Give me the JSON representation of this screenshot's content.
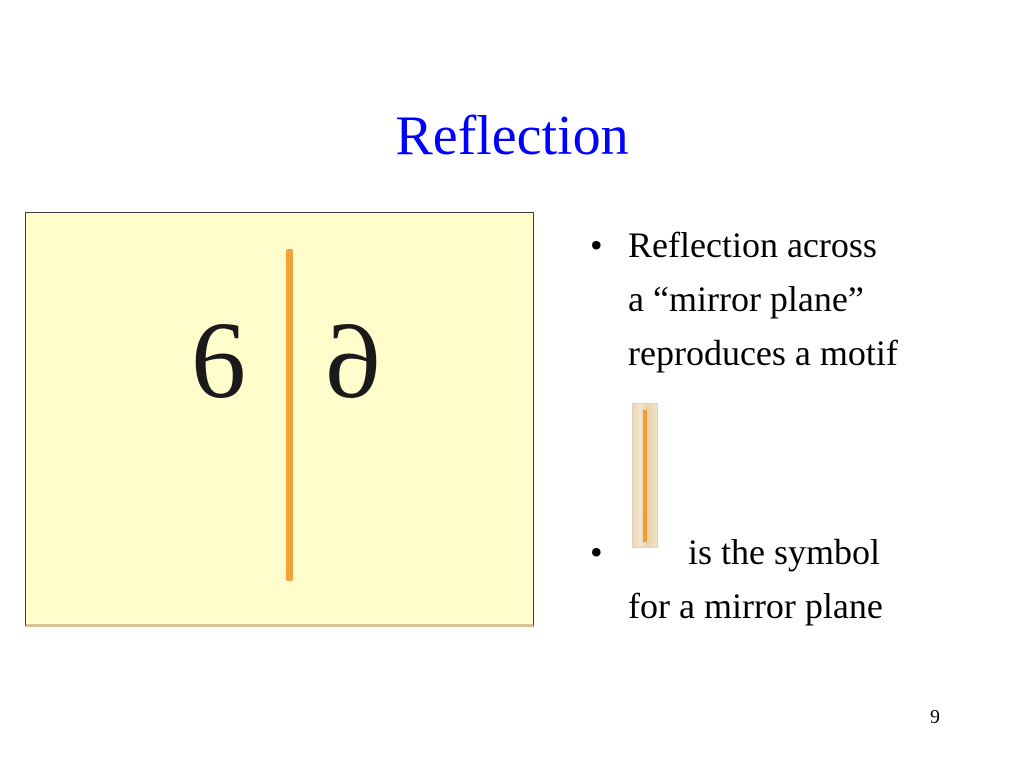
{
  "slide": {
    "title": "Reflection",
    "page_number": "9"
  },
  "figure": {
    "left_glyph": "6",
    "right_glyph": "6",
    "panel_color": "#fffdcc",
    "mirror_color": "#f7a13a"
  },
  "bullets": {
    "bullet_char": "•",
    "item1_lines": [
      "Reflection across",
      "a “mirror plane”",
      "reproduces a motif"
    ],
    "item2_line1": "is the symbol",
    "item2_line2": "for a mirror plane"
  },
  "icons": {
    "mirror_symbol": "mirror-plane-icon"
  },
  "colors": {
    "title": "#0000ff",
    "text": "#000000"
  }
}
